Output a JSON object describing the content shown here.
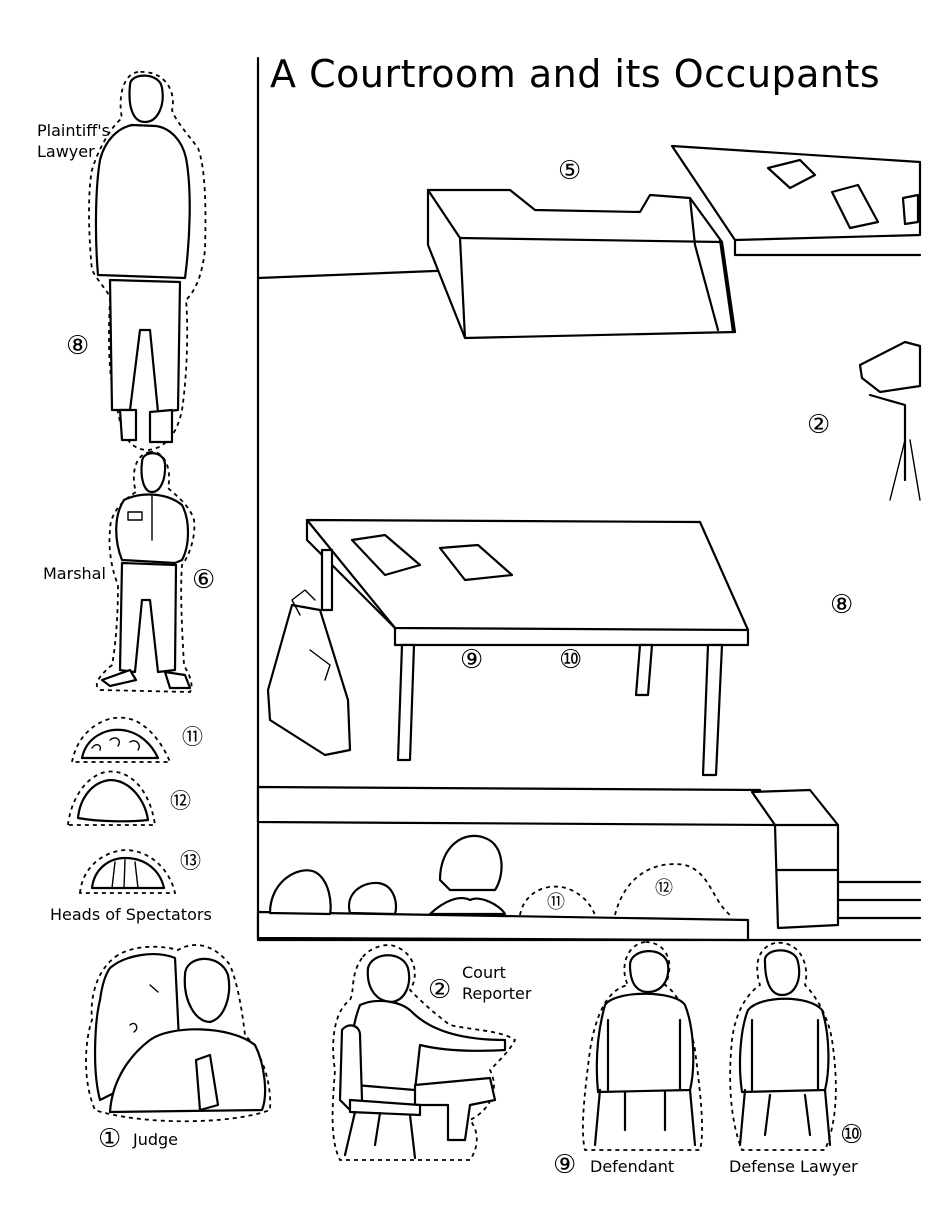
{
  "title": "A Courtroom and its Occupants",
  "numbers": {
    "n1": "①",
    "n2": "②",
    "n5": "⑤",
    "n6": "⑥",
    "n8": "⑧",
    "n9": "⑨",
    "n10": "⑩",
    "n11": "⑪",
    "n12": "⑫",
    "n13": "⑬"
  },
  "labels": {
    "plaintiffs_lawyer_1": "Plaintiff's",
    "plaintiffs_lawyer_2": "Lawyer",
    "marshal": "Marshal",
    "heads_of_spectators": "Heads of Spectators",
    "judge": "Judge",
    "court_1": "Court",
    "court_2": "Reporter",
    "defendant": "Defendant",
    "defense_lawyer": "Defense Lawyer"
  }
}
